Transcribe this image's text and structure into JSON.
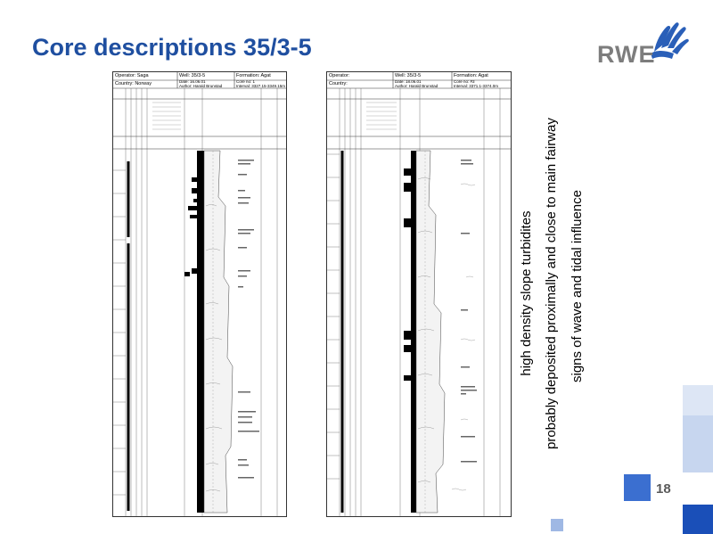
{
  "slide": {
    "title": "Core descriptions 35/3-5",
    "logo_text": "RWE",
    "page_number": "18",
    "captions": [
      "high density slope turbidites",
      "probably deposited proximally and close to main fairway",
      "signs of  wave and tidal influence"
    ]
  },
  "log_left": {
    "operator": "Operator: Saga",
    "well": "Well: 35/3-5",
    "formation": "Formation: Agat",
    "country": "Country: Norway",
    "date": "Date: 16.06.01",
    "core": "Core no: 1",
    "author": "Author: Harald Brunstad",
    "interval": "Interval: 3327.15-3349.15m"
  },
  "log_right": {
    "operator": "Operator:",
    "well": "Well: 35/3-5",
    "formation": "Formation: Agat",
    "country": "Country:",
    "date": "Date: 18.06.01",
    "core": "Core no: #3",
    "author": "Author: Harald Brunstad",
    "interval": "Interval: 3371.1-3374.0m"
  },
  "colors": {
    "title": "#1f4fa0",
    "accent_dark": "#2a66c9",
    "accent_light": "#c7d6ef",
    "accent_mid": "#4a7fd6",
    "deep": "#1a4fb8"
  }
}
